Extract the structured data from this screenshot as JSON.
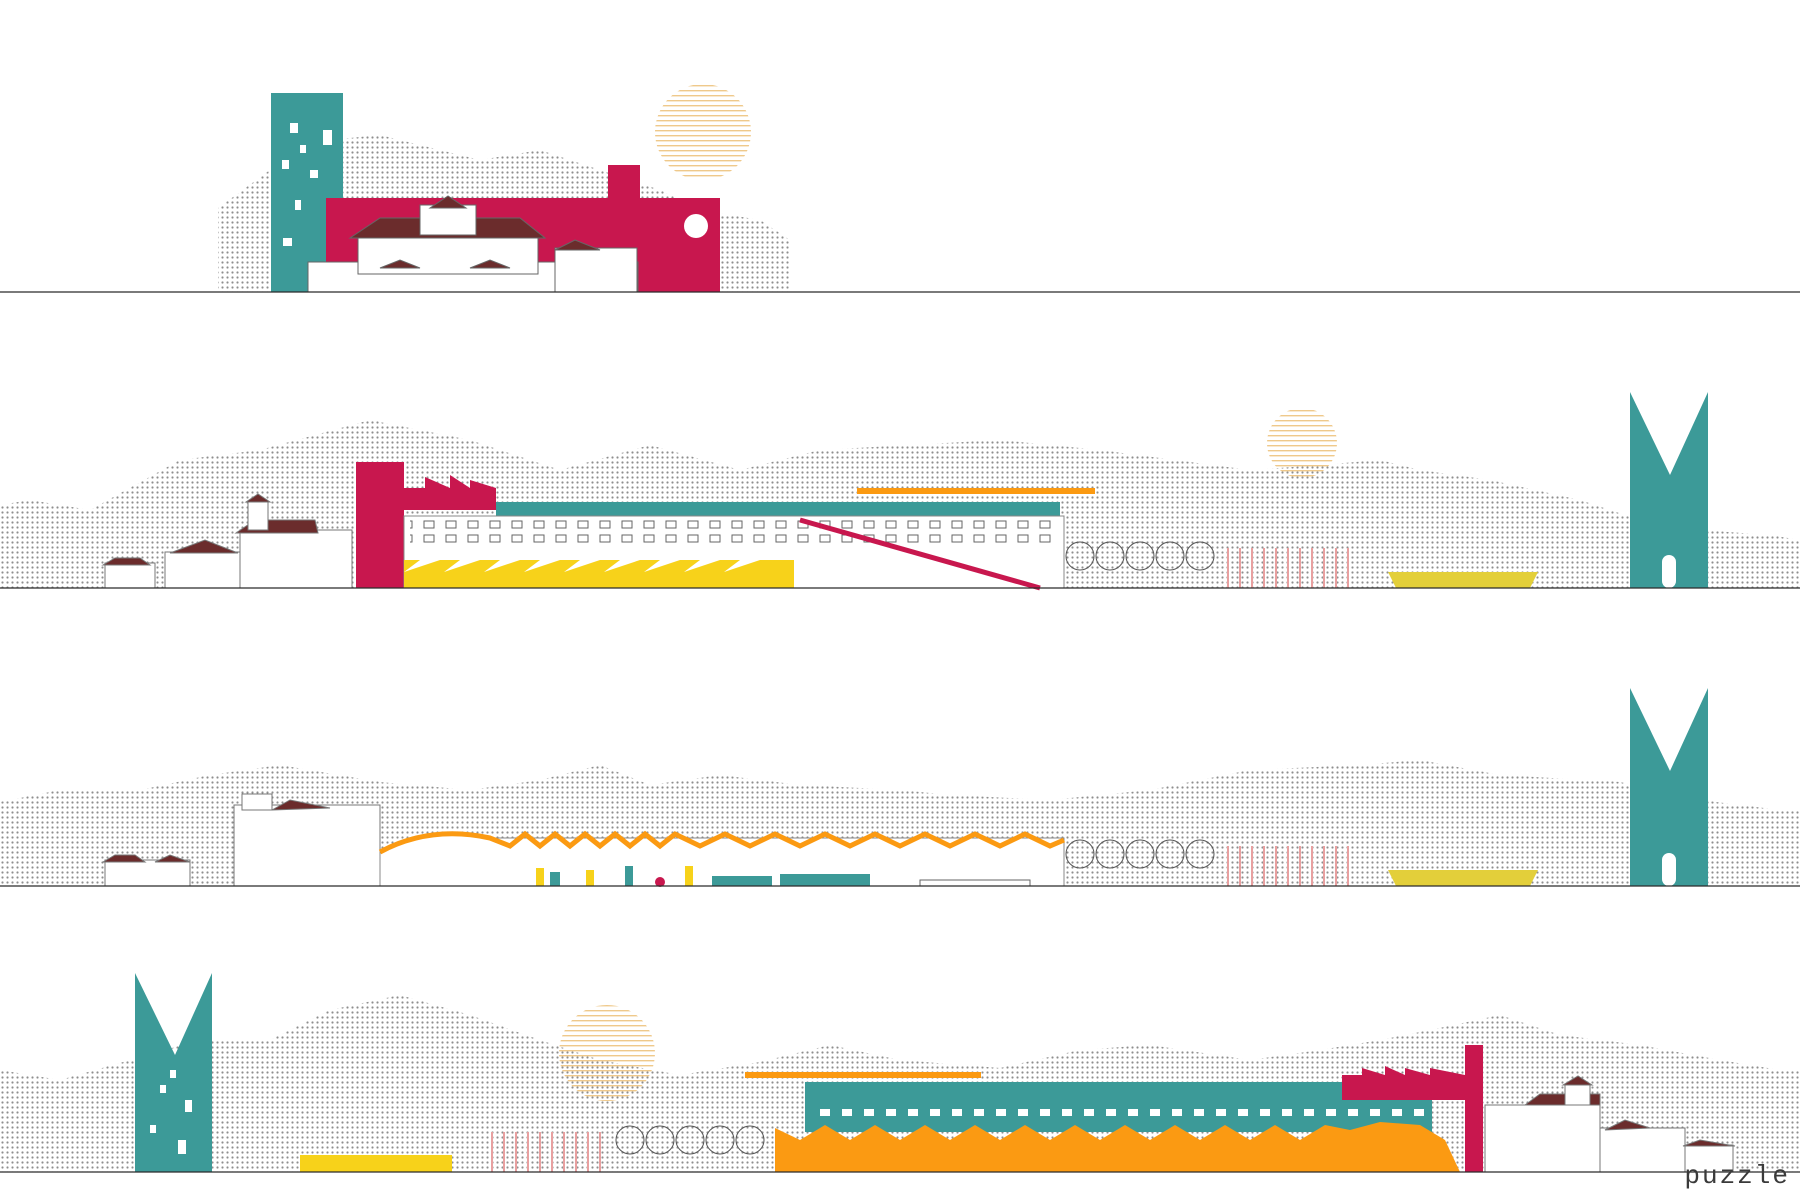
{
  "palette": {
    "teal": "#3c9a98",
    "crimson": "#c8174e",
    "yellow": "#f7d21a",
    "orange": "#fb9a12",
    "roof": "#6b2c2c",
    "hills": "#9a9a9a",
    "sun": "#f3d7a6",
    "line": "#2b2b2b",
    "light_yellow": "#e3cf3a"
  },
  "elevations": [
    {
      "id": "elevation-1"
    },
    {
      "id": "elevation-2"
    },
    {
      "id": "elevation-3"
    },
    {
      "id": "elevation-4"
    }
  ],
  "brand": {
    "text": "puzzle"
  }
}
